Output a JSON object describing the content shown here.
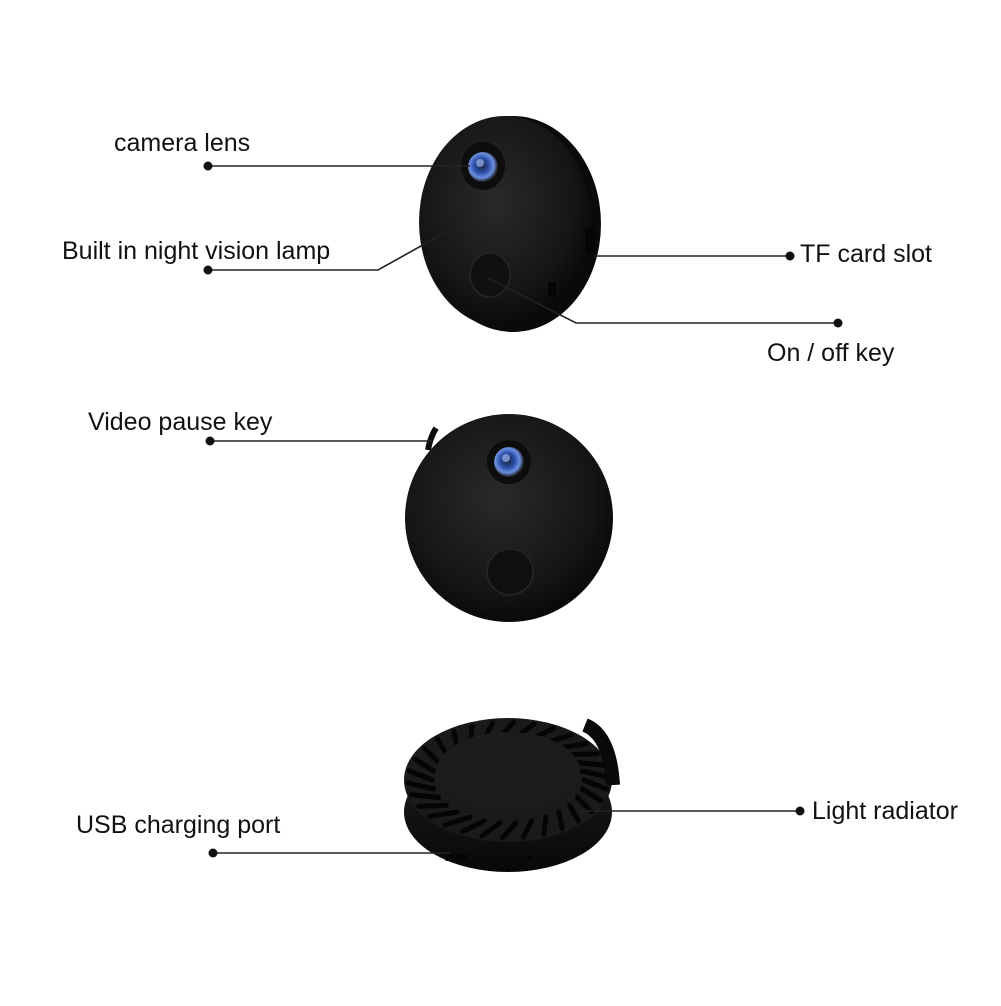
{
  "labels": {
    "camera_lens": "camera lens",
    "night_vision_lamp": "Built in night vision lamp",
    "tf_card_slot": "TF card slot",
    "on_off_key": "On / off key",
    "video_pause_key": "Video pause key",
    "usb_charging_port": "USB charging port",
    "light_radiator": "Light radiator"
  },
  "colors": {
    "background": "#ffffff",
    "device_body": "#141414",
    "lens_blue": "#3c6fd8",
    "leader_line": "#222222"
  }
}
